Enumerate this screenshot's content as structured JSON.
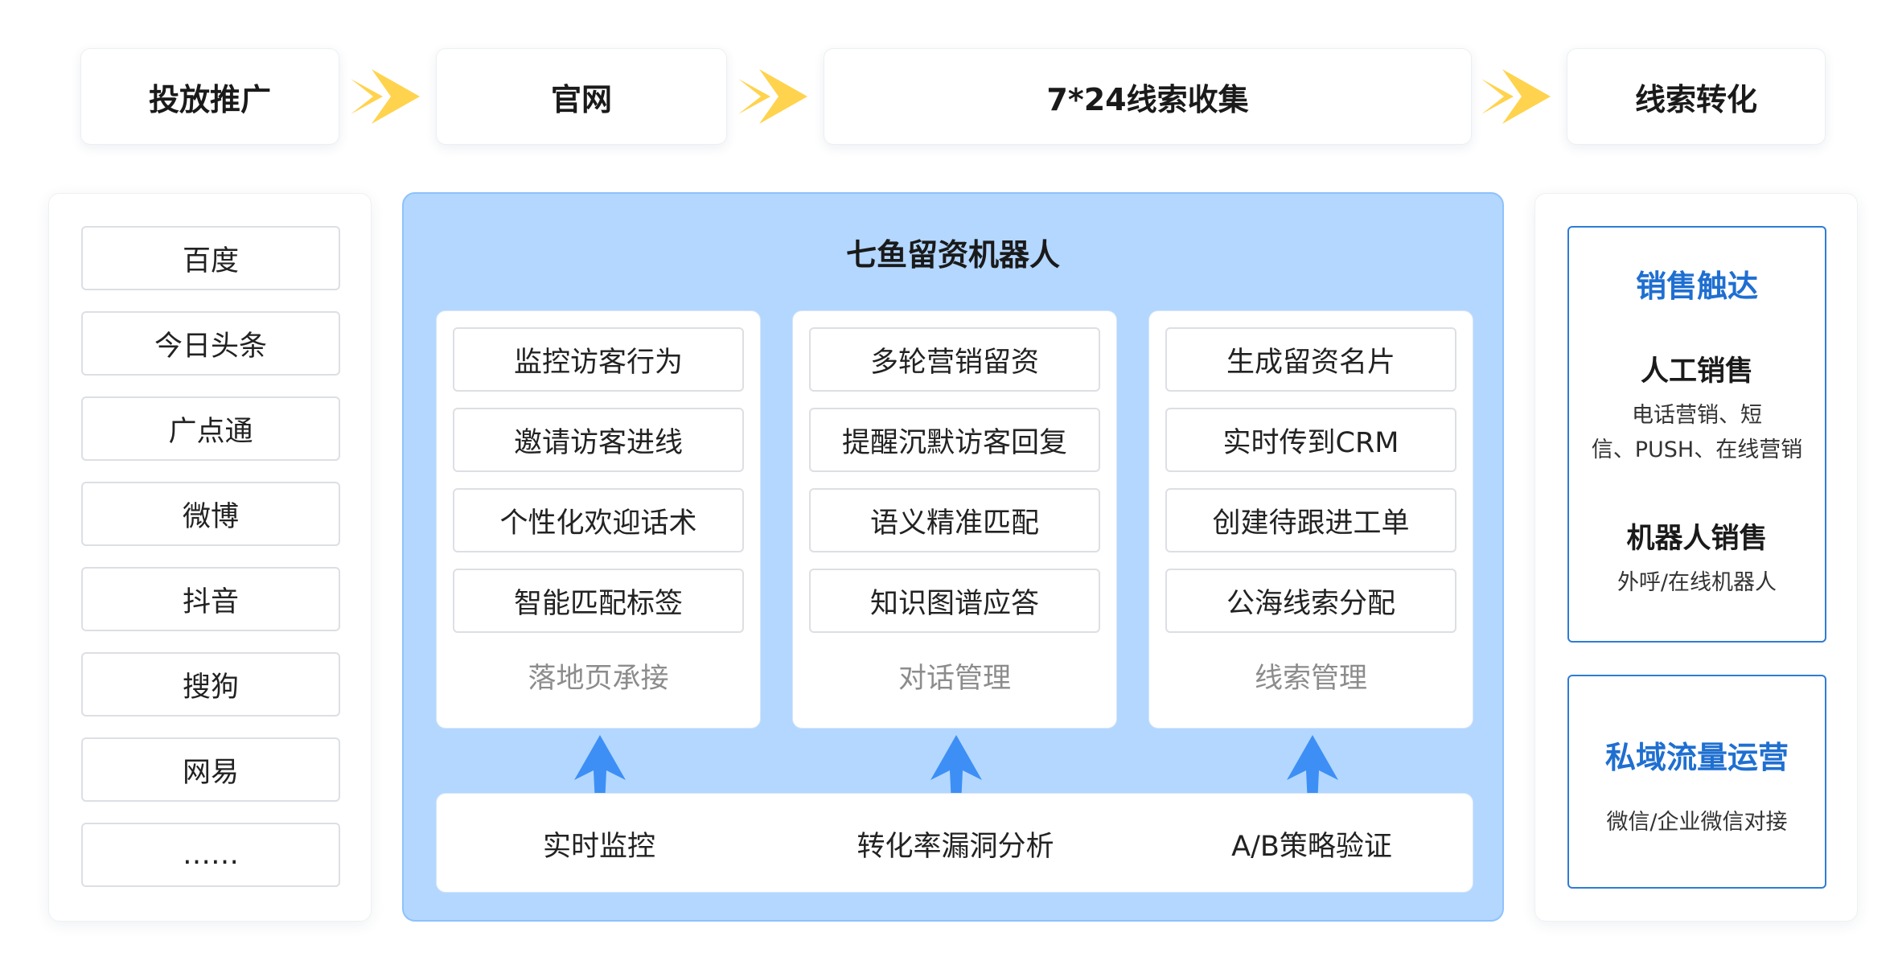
{
  "flow": {
    "step1": "投放推广",
    "step2": "官网",
    "step3": "7*24线索收集",
    "step4": "线索转化"
  },
  "channels": [
    "百度",
    "今日头条",
    "广点通",
    "微博",
    "抖音",
    "搜狗",
    "网易",
    "……"
  ],
  "robot": {
    "title": "七鱼留资机器人",
    "cards": [
      {
        "items": [
          "监控访客行为",
          "邀请访客进线",
          "个性化欢迎话术",
          "智能匹配标签"
        ],
        "caption": "落地页承接"
      },
      {
        "items": [
          "多轮营销留资",
          "提醒沉默访客回复",
          "语义精准匹配",
          "知识图谱应答"
        ],
        "caption": "对话管理"
      },
      {
        "items": [
          "生成留资名片",
          "实时传到CRM",
          "创建待跟进工单",
          "公海线索分配"
        ],
        "caption": "线索管理"
      }
    ],
    "bottom": [
      "实时监控",
      "转化率漏洞分析",
      "A/B策略验证"
    ]
  },
  "conversion": {
    "sales": {
      "title": "销售触达",
      "manual_head": "人工销售",
      "manual_line1": "电话营销、短",
      "manual_line2": "信、PUSH、在线营销",
      "robot_head": "机器人销售",
      "robot_desc": "外呼/在线机器人"
    },
    "private": {
      "title": "私域流量运营",
      "desc": "微信/企业微信对接"
    }
  },
  "colors": {
    "flow_arrow": "#ffd34d",
    "up_arrow": "#3d8ff5",
    "robot_bg": "#b3d7ff",
    "accent": "#1f6fd1"
  }
}
